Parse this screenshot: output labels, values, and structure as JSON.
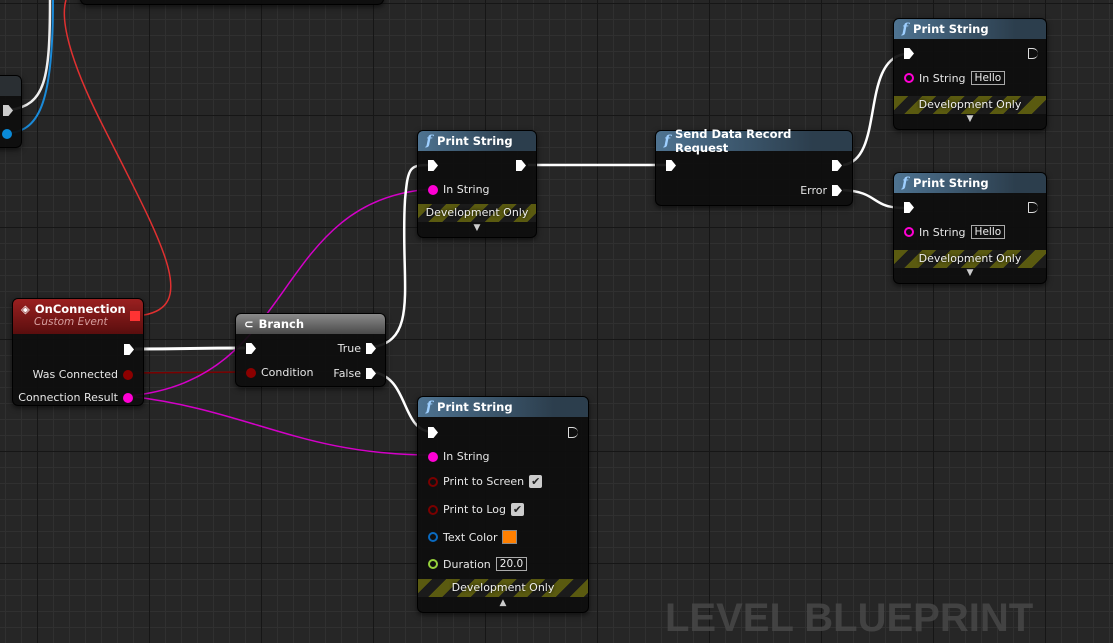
{
  "watermark": "LEVEL BLUEPRINT",
  "colors": {
    "exec": "#ffffff",
    "string": "#ff00d4",
    "bool": "#8c0000",
    "struct": "#0a7ad6",
    "float": "#96d13c",
    "event_header": "#8c1414",
    "function_header": "#4e7391",
    "text_color_value": "#ff7f00"
  },
  "on_connection": {
    "title": "OnConnection",
    "subtitle": "Custom Event",
    "pins": [
      "Was Connected",
      "Connection Result"
    ]
  },
  "branch": {
    "title": "Branch",
    "condition": "Condition",
    "true_label": "True",
    "false_label": "False"
  },
  "print1": {
    "title": "Print String",
    "in_string": "In String",
    "footer": "Development Only"
  },
  "send": {
    "title": "Send Data Record Request",
    "error": "Error"
  },
  "print2": {
    "title": "Print String",
    "in_string": "In String",
    "value": "Hello",
    "footer": "Development Only"
  },
  "print3": {
    "title": "Print String",
    "in_string": "In String",
    "value": "Hello",
    "footer": "Development Only"
  },
  "print4": {
    "title": "Print String",
    "in_string": "In String",
    "print_to_screen": "Print to Screen",
    "print_to_screen_checked": true,
    "print_to_log": "Print to Log",
    "print_to_log_checked": true,
    "text_color": "Text Color",
    "duration": "Duration",
    "duration_value": "20.0",
    "footer": "Development Only"
  }
}
